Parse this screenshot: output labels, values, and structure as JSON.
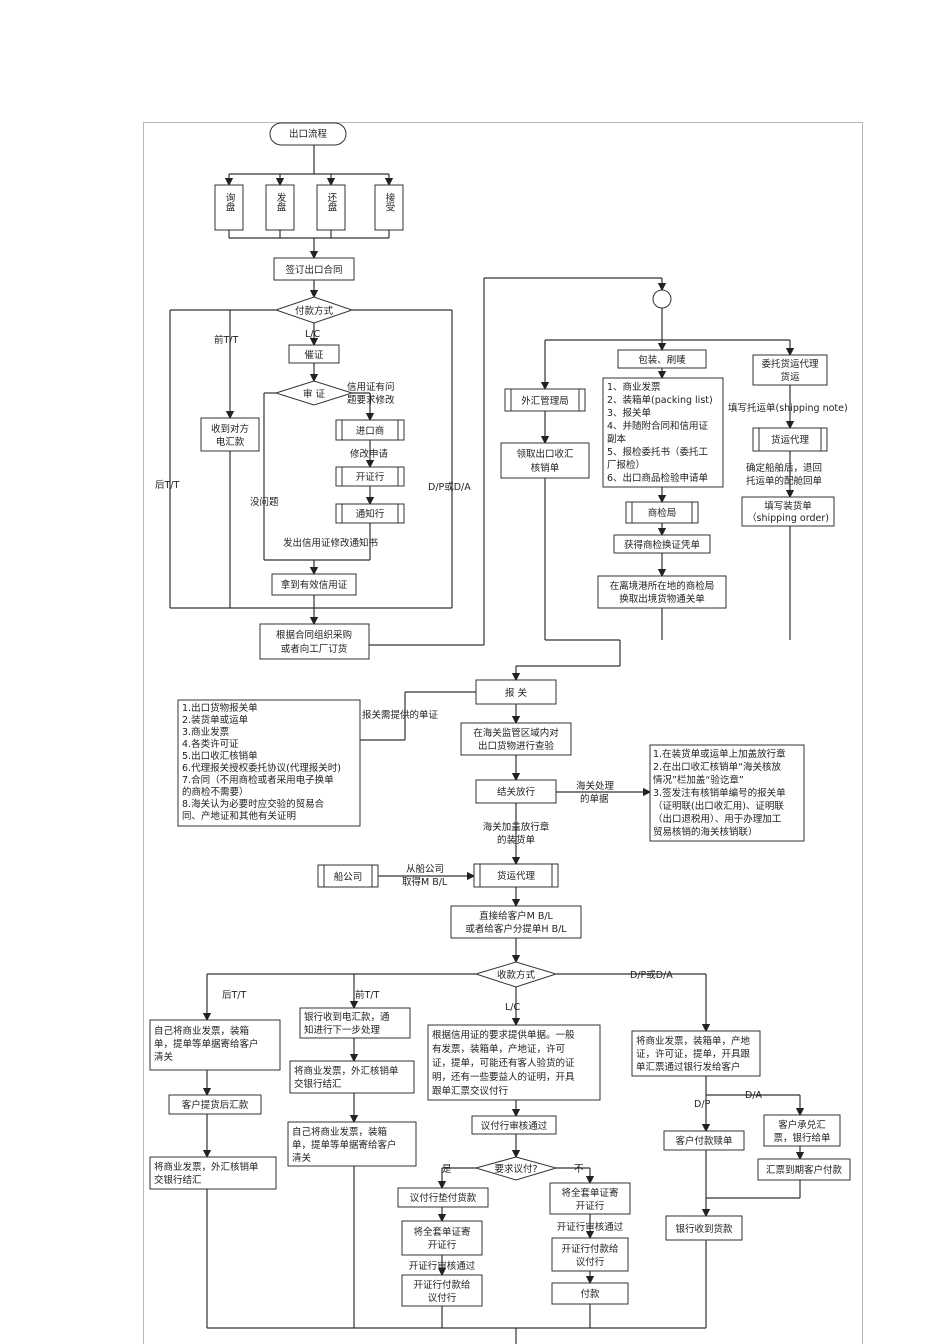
{
  "nodes": {
    "start": "出口流程",
    "s1": "询盘",
    "s2": "发盘",
    "s3": "还盘",
    "s4": "接受",
    "contract": "签订出口合同",
    "payment": "付款方式",
    "t_pre": "前T/T",
    "t_lc": "L/C",
    "t_post": "后T/T",
    "t_dpda": "D/P或D/A",
    "remit": [
      "收到对方",
      "电汇款"
    ],
    "urge": "催证",
    "review": "审 证",
    "lc_issue": [
      "信用证有问",
      "题要求修改"
    ],
    "importer": "进口商",
    "amend_req": "修改申请",
    "issuing_bank": "开证行",
    "advising_bank": "通知行",
    "no_issue": "没问题",
    "amend_notice": "发出信用证修改通知书",
    "valid_lc": "拿到有效信用证",
    "purchase": [
      "根据合同组织采购",
      "或者向工厂订货"
    ],
    "fx_bureau": "外汇管理局",
    "get_verif": [
      "领取出口收汇",
      "核销单"
    ],
    "packing": "包装、刷唛",
    "doc_list": [
      "1、商业发票",
      "2、装箱单(packing list)",
      "3、报关单",
      "4、并随附合同和信用证",
      "副本",
      "5、报检委托书（委托工",
      "厂报检）",
      "6、出口商品检验申请单"
    ],
    "inspection": "商检局",
    "cert": "获得商检换证凭单",
    "exit_cert": [
      "在离境港所在地的商检局",
      "换取出境货物通关单"
    ],
    "entrust_fwd": [
      "委托货运代理",
      "货运"
    ],
    "fill_order": "填写托运单(shipping note)",
    "freight_agent": "货运代理",
    "confirm_ship": [
      "确定船舶后，退回",
      "托运单的配舱回单"
    ],
    "shipping_order": [
      "填写装货单",
      "（shipping order)"
    ],
    "customs": "报  关",
    "customs_docs": "报关需提供的单证",
    "customs_list": [
      "1.出口货物报关单",
      "2.装货单或运单",
      "3.商业发票",
      "4.各类许可证",
      "5.出口收汇核销单",
      "6.代理报关授权委托协议(代理报关时)",
      "7.合同（不用商检或者采用电子换单",
      "的商检不需要）",
      "8.海关认为必要时应交验的贸易合",
      "同、产地证和其他有关证明"
    ],
    "inspect_goods": [
      "在海关监管区域内对",
      "出口货物进行查验"
    ],
    "release": "结关放行",
    "customs_handle": [
      "海关处理",
      "的单据"
    ],
    "release_docs": [
      "1.在装货单或运单上加盖放行章",
      "2.在出口收汇核销单“海关核放",
      "情况”栏加盖“验讫章”",
      "3.签发注有核销单编号的报关单",
      "（证明联(出口收汇用)、证明联",
      "（出口退税用）、用于办理加工",
      "贸易核销的海关核销联）"
    ],
    "sealed_note": [
      "海关加盖放行章",
      "的装货单"
    ],
    "shipping_co": "船公司",
    "from_ship": [
      "从船公司",
      "取得M B/L"
    ],
    "fwd_agent2": "货运代理",
    "bl": [
      "直接给客户M B/L",
      "或者给客户分提单H B/L"
    ],
    "collection": "收款方式",
    "c_post": "后T/T",
    "c_pre": "前T/T",
    "c_lc": "L/C",
    "c_dpda": "D/P或D/A",
    "post_send": [
      "自己将商业发票，装箱",
      "单，提单等单据寄给客户",
      "清关"
    ],
    "post_pay": "客户提货后汇款",
    "post_settle": [
      "将商业发票，外汇核销单",
      "交银行结汇"
    ],
    "pre_bank": [
      "银行收到电汇款，通",
      "知进行下一步处理"
    ],
    "pre_settle": [
      "将商业发票，外汇核销单",
      "交银行结汇"
    ],
    "pre_send": [
      "自己将商业发票，装箱",
      "单，提单等单据寄给客户",
      "清关"
    ],
    "lc_docs": [
      "根据信用证的要求提供单据。一般",
      "有发票，装箱单，产地证，许可",
      "证，提单，可能还有客人验货的证",
      "明，还有一些要益人的证明，开具",
      "跟单汇票交议付行"
    ],
    "neg_review": "议付行审核通过",
    "need_neg": "要求议付?",
    "yes": "是",
    "no": "不",
    "neg_pay": "议付行垫付货款",
    "send_docs_issuer1": [
      "将全套单证寄",
      "开证行"
    ],
    "issuer_pass1": "开证行审核通过",
    "issuer_pay_neg": [
      "开证行付款给",
      "议付行"
    ],
    "send_docs_issuer2": [
      "将全套单证寄",
      "开证行"
    ],
    "issuer_pass2": "开证行审核通过",
    "issuer_pay_neg2": [
      "开证行付款给",
      "议付行"
    ],
    "pay": "付款",
    "dp_send": [
      "将商业发票，装箱单，产地",
      "证，许可证，提单，开具跟",
      "单汇票通过银行发给客户"
    ],
    "da": "D/A",
    "dp": "D/P",
    "dp_pay": "客户付款赎单",
    "da_accept": [
      "客户承兑汇",
      "票，银行给单"
    ],
    "da_due": "汇票到期客户付款",
    "bank_recv": "银行收到货款"
  }
}
